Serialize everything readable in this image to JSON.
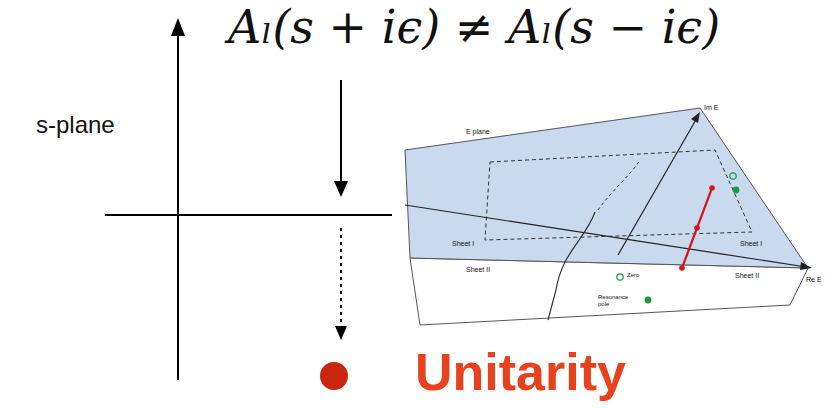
{
  "diagram": {
    "labels": [
      "Aₗ(s + iϵ) ≠ Aₗ(s − iϵ)",
      "s-plane",
      "E plane",
      "Im E",
      "Sheet I",
      "Sheet I",
      "Sheet II",
      "Sheet II",
      "Zero",
      "Resonance pole",
      "Re E",
      "Unitarity"
    ]
  }
}
